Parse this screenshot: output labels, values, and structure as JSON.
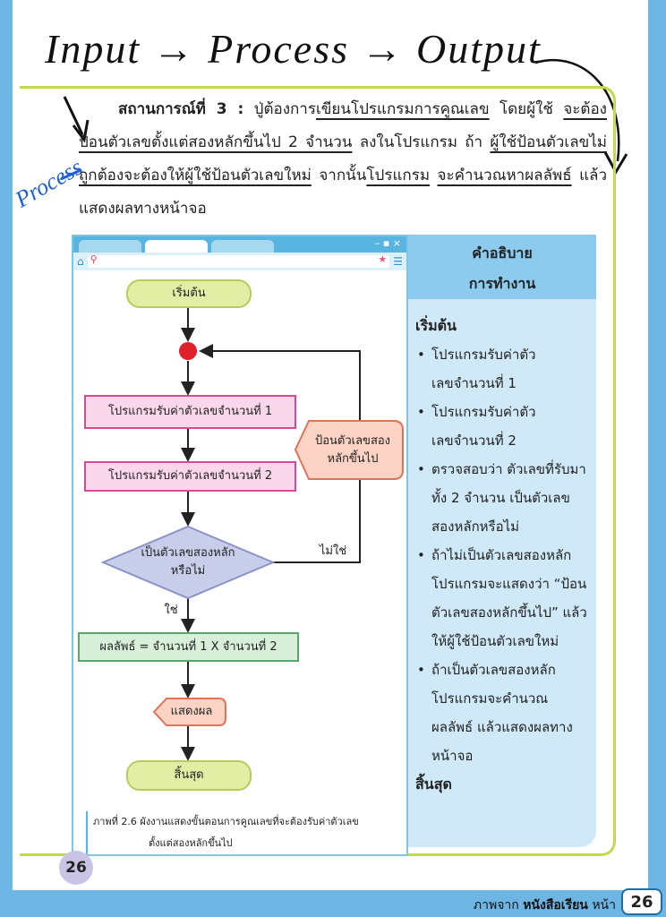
{
  "handwriting": {
    "title": "Input → Process → Output",
    "side_note": "Process"
  },
  "scenario": {
    "label": "สถานการณ์ที่ 3 :",
    "parts": [
      "ปู่ต้องการ",
      "เขียนโปรแกรมการคูณเลข",
      "โดยผู้ใช้",
      "จะต้องป้อนตัวเลขตั้งแต่สองหลักขึ้นไป 2 จำนวน",
      "ลงในโปรแกรม ถ้า",
      "ผู้ใช้ป้อนตัวเลขไม่ถูกต้องจะต้องให้ผู้ใช้ป้อนตัวเลขใหม่",
      "จากนั้น",
      "โปรแกรม",
      "จะคำนวณหาผลลัพธ์",
      "แล้วแสดงผลทางหน้าจอ"
    ]
  },
  "window": {
    "controls": "– ▪ ×"
  },
  "flowchart": {
    "start": "เริ่มต้น",
    "input1": "โปรแกรมรับค่าตัวเลขจำนวนที่ 1",
    "input2": "โปรแกรมรับค่าตัวเลขจำนวนที่ 2",
    "retry": [
      "ป้อนตัวเลขสอง",
      "หลักขึ้นไป"
    ],
    "decision": [
      "เป็นตัวเลขสองหลัก",
      "หรือไม่"
    ],
    "no": "ไม่ใช่",
    "yes": "ใช่",
    "process": "ผลลัพธ์ = จำนวนที่ 1 X จำนวนที่ 2",
    "output": "แสดงผล",
    "end": "สิ้นสุด"
  },
  "caption": {
    "line1": "ภาพที่ 2.6  ผังงานแสดงขั้นตอนการคูณเลขที่จะต้องรับค่าตัวเลข",
    "line2": "ตั้งแต่สองหลักขึ้นไป"
  },
  "panel": {
    "title": [
      "คำอธิบาย",
      "การทำงาน"
    ],
    "start": "เริ่มต้น",
    "items": [
      "โปรแกรมรับค่าตัวเลขจำนวนที่ 1",
      "โปรแกรมรับค่าตัวเลขจำนวนที่ 2",
      "ตรวจสอบว่า ตัวเลขที่รับมาทั้ง 2 จำนวน เป็นตัวเลขสองหลักหรือไม่",
      "ถ้าไม่เป็นตัวเลขสองหลัก โปรแกรมจะแสดงว่า “ป้อนตัวเลขสองหลักขึ้นไป” แล้วให้ผู้ใช้ป้อนตัวเลขใหม่",
      "ถ้าเป็นตัวเลขสองหลัก โปรแกรมจะคำนวณผลลัพธ์ แล้วแสดงผลทางหน้าจอ"
    ],
    "end": "สิ้นสุด"
  },
  "page_number": "26",
  "footer": {
    "prefix": "ภาพจาก",
    "book": "หนังสือเรียน",
    "suffix": "หน้า",
    "page": "26"
  }
}
